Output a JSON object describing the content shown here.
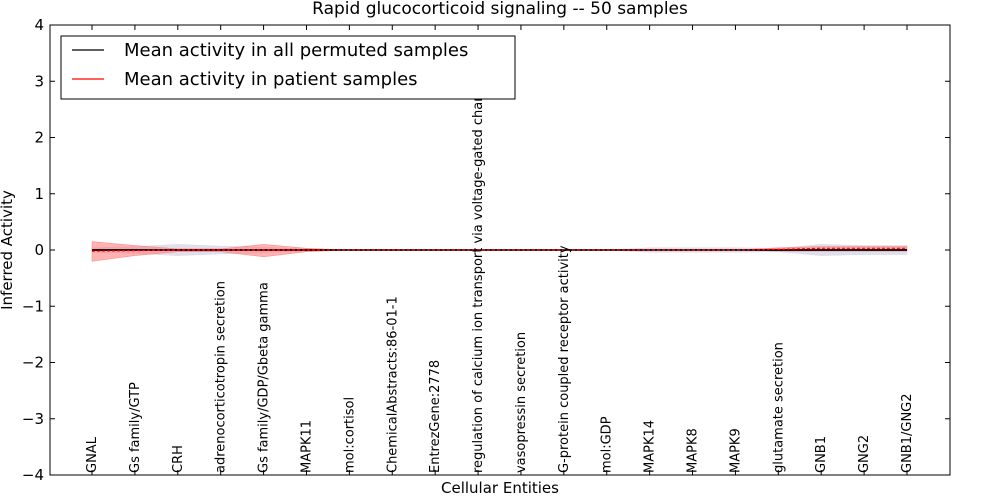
{
  "chart_data": {
    "type": "line",
    "title": "Rapid glucocorticoid signaling -- 50 samples",
    "xlabel": "Cellular Entities",
    "ylabel": "Inferred Activity",
    "ylim": [
      -4,
      4
    ],
    "yticks": [
      -4,
      -3,
      -2,
      -1,
      0,
      1,
      2,
      3,
      4
    ],
    "ytick_labels": [
      "−4",
      "−3",
      "−2",
      "−1",
      "0",
      "1",
      "2",
      "3",
      "4"
    ],
    "grid": false,
    "legend_position": "top-left",
    "categories": [
      "GNAL",
      "Gs family/GTP",
      "CRH",
      "adrenocorticotropin secretion",
      "Gs family/GDP/Gbeta gamma",
      "MAPK11",
      "mol:cortisol",
      "ChemicalAbstracts:86-01-1",
      "EntrezGene:2778",
      "regulation of calcium ion transport via voltage-gated channel",
      "vasopressin secretion",
      "G-protein coupled receptor activity",
      "mol:GDP",
      "MAPK14",
      "MAPK8",
      "MAPK9",
      "glutamate secretion",
      "GNB1",
      "GNG2",
      "GNB1/GNG2"
    ],
    "series": [
      {
        "name": "Mean activity in all permuted samples",
        "color": "#000000",
        "values": [
          0,
          0,
          0,
          0,
          0,
          0,
          0,
          0,
          0,
          0,
          0,
          0,
          0,
          0,
          0,
          0,
          0,
          0,
          0,
          0
        ],
        "band_lower": [
          -0.04,
          -0.06,
          -0.1,
          -0.07,
          -0.05,
          -0.02,
          0,
          0,
          0,
          0,
          0,
          0,
          0,
          -0.04,
          -0.04,
          -0.04,
          -0.03,
          -0.1,
          -0.08,
          -0.08
        ],
        "band_upper": [
          0.04,
          0.06,
          0.1,
          0.07,
          0.05,
          0.02,
          0,
          0,
          0,
          0,
          0,
          0,
          0,
          0.04,
          0.04,
          0.04,
          0.03,
          0.1,
          0.08,
          0.08
        ],
        "band_color": "#d8d8e8"
      },
      {
        "name": "Mean activity in patient samples",
        "color": "#ff0000",
        "values": [
          -0.02,
          -0.01,
          0,
          0,
          0,
          0,
          0,
          0,
          0,
          0,
          0,
          0,
          0,
          0,
          0,
          0,
          0.01,
          0.03,
          0.03,
          0.03
        ],
        "band_lower": [
          -0.2,
          -0.1,
          -0.03,
          -0.03,
          -0.12,
          -0.03,
          0,
          0,
          0,
          0,
          0,
          0,
          0,
          0,
          0,
          0,
          -0.02,
          -0.02,
          -0.02,
          -0.02
        ],
        "band_upper": [
          0.15,
          0.08,
          0.02,
          0.02,
          0.1,
          0.03,
          0,
          0,
          0,
          0,
          0,
          0,
          0,
          0,
          0,
          0,
          0.04,
          0.06,
          0.06,
          0.06
        ],
        "band_color": "#ff8080"
      }
    ]
  }
}
